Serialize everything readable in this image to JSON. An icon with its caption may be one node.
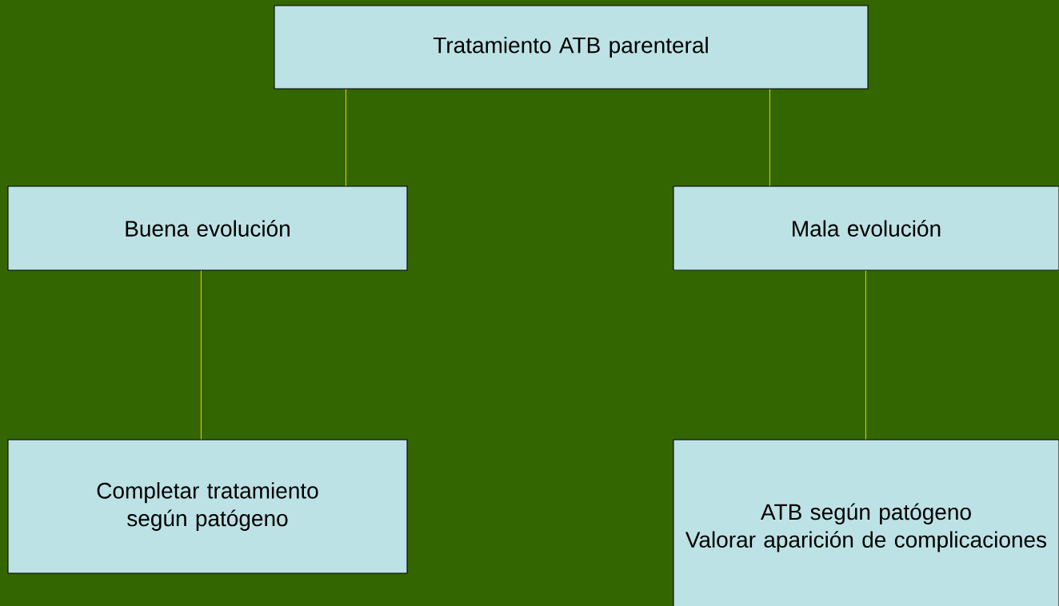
{
  "diagram": {
    "nodes": [
      {
        "text": [
          "Tratamiento ATB parenteral"
        ]
      },
      {
        "text": [
          "Buena evolución"
        ]
      },
      {
        "text": [
          "Mala evolución"
        ]
      },
      {
        "text": [
          "Completar tratamiento según patógeno"
        ]
      },
      {
        "text": [
          "ATB según patógeno",
          "Valorar aparición de complicaciones"
        ]
      }
    ],
    "edges": [
      {
        "from": 0,
        "to": 1,
        "arrow": "none"
      },
      {
        "from": 0,
        "to": 2,
        "arrow": "none"
      },
      {
        "from": 1,
        "to": 3,
        "arrow": "none"
      },
      {
        "from": 2,
        "to": 4,
        "arrow": "none"
      }
    ]
  }
}
